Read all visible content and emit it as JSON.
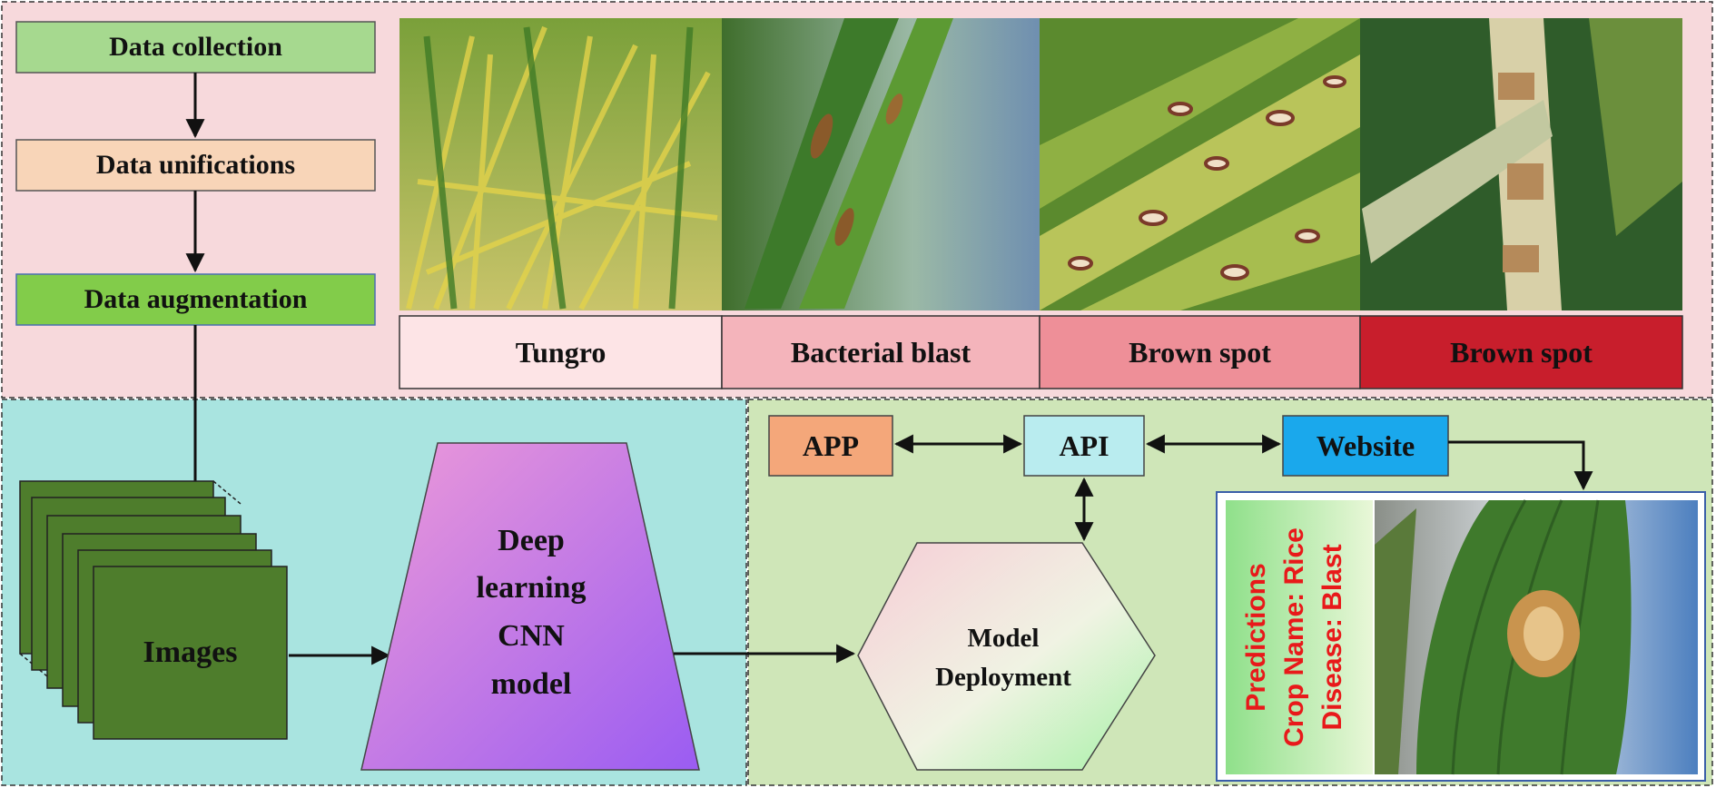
{
  "pipeline": {
    "collection": "Data collection",
    "unification": "Data unifications",
    "augmentation": "Data augmentation"
  },
  "disease_labels": [
    "Tungro",
    "Bacterial blast",
    "Brown spot",
    "Brown spot"
  ],
  "images_label": "Images",
  "model": {
    "line1": "Deep",
    "line2": "learning",
    "line3": "CNN",
    "line4": "model"
  },
  "deployment": {
    "line1": "Model",
    "line2": "Deployment"
  },
  "endpoints": {
    "app": "APP",
    "api": "API",
    "website": "Website"
  },
  "prediction": {
    "line1": "Predictions",
    "line2": "Crop Name: Rice",
    "line3": "Disease: Blast"
  },
  "colors": {
    "top_panel": "#f7d9dc",
    "left_panel": "#a9e4e0",
    "right_panel": "#cfe6b8",
    "leaf_green": "#4e7d2c",
    "label_tungro": "#fde4e6",
    "label_bacterial": "#f4b4bb",
    "label_brown1": "#ee8f98",
    "label_brown2": "#c81e2c",
    "app_box": "#f4a77a",
    "api_box": "#b9ecef",
    "website_box": "#1aa8ec",
    "prediction_text": "#e8191a"
  }
}
